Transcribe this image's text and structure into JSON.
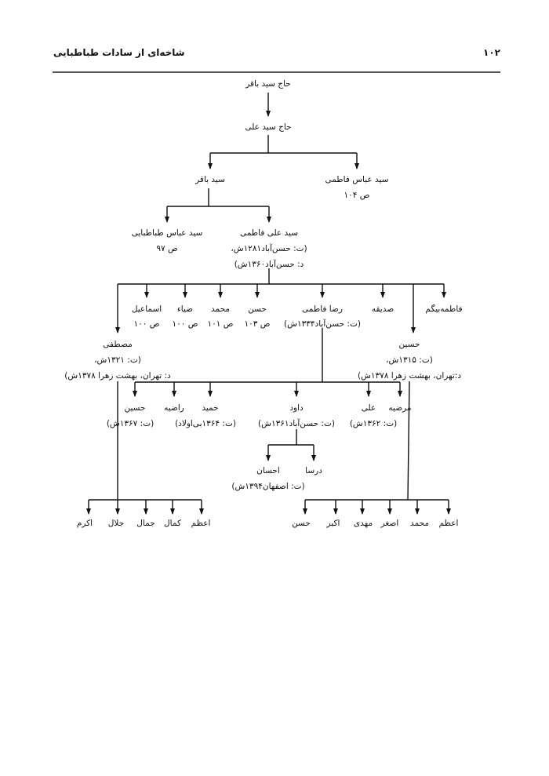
{
  "header": {
    "title": "شاخه‌ای از سادات طباطبایی",
    "page_number": "۱۰۲"
  },
  "tree": {
    "root": "حاج سید باقر",
    "l1": "حاج سید علی",
    "l2": {
      "baqer": "سید باقر",
      "abbas_fatemi": "سید عباس فاطمی",
      "abbas_fatemi_ref": "ص ۱۰۴"
    },
    "l3": {
      "abbas_tabatabaei": "سید عباس طباطبایی",
      "abbas_tabatabaei_ref": "ص ۹۷",
      "ali_fatemi": "سید علی فاطمی",
      "ali_fatemi_birth": "(ت: حسن‌آباد۱۲۸۱ش،",
      "ali_fatemi_death": "د: حسن‌آباد۱۳۶۰ش)"
    },
    "l4": {
      "esmaeil": "اسماعیل",
      "esmaeil_ref": "ص ۱۰۰",
      "zia": "ضیاء",
      "zia_ref": "ص ۱۰۰",
      "mohammad": "محمد",
      "mohammad_ref": "ص ۱۰۱",
      "hasan": "حسن",
      "hasan_ref": "ص ۱۰۳",
      "reza": "رضا فاطمی",
      "reza_birth": "(ت: حسن‌آباد۱۳۳۴ش)",
      "sedigheh": "صدیقه",
      "fatemeh": "فاطمه‌بیگم",
      "mostafa": "مصطفی",
      "mostafa_birth": "(ت: ۱۳۲۱ش،",
      "mostafa_death": "د: تهران، بهشت زهرا ۱۳۷۸ش)",
      "hossein": "حسین",
      "hossein_birth": "(ت: ۱۳۱۵ش،",
      "hossein_death": "د:تهران، بهشت زهرا ۱۳۷۸ش)"
    },
    "reza_children": {
      "hossein": "حسین",
      "hossein_birth": "(ت: ۱۳۶۷ش)",
      "razieh": "راضیه",
      "hamid": "حمید",
      "hamid_birth": "(ت: ۱۳۶۴بی‌اولاد)",
      "davood": "داود",
      "davood_birth": "(ت: حسن‌آباد۱۳۶۱ش)",
      "ali": "علی",
      "ali_birth": "(ت: ۱۳۶۲ش)",
      "marzieh": "مرضیه"
    },
    "davood_children": {
      "dorsa": "درسا",
      "ehsan": "احسان",
      "ehsan_birth": "(ت: اصفهان۱۳۹۴ش)"
    },
    "mostafa_children": [
      "اکرم",
      "جلال",
      "جمال",
      "کمال",
      "اعظم"
    ],
    "hossein_children": [
      "حسن",
      "اکبر",
      "مهدی",
      "اصغر",
      "محمد",
      "اعظم"
    ]
  }
}
